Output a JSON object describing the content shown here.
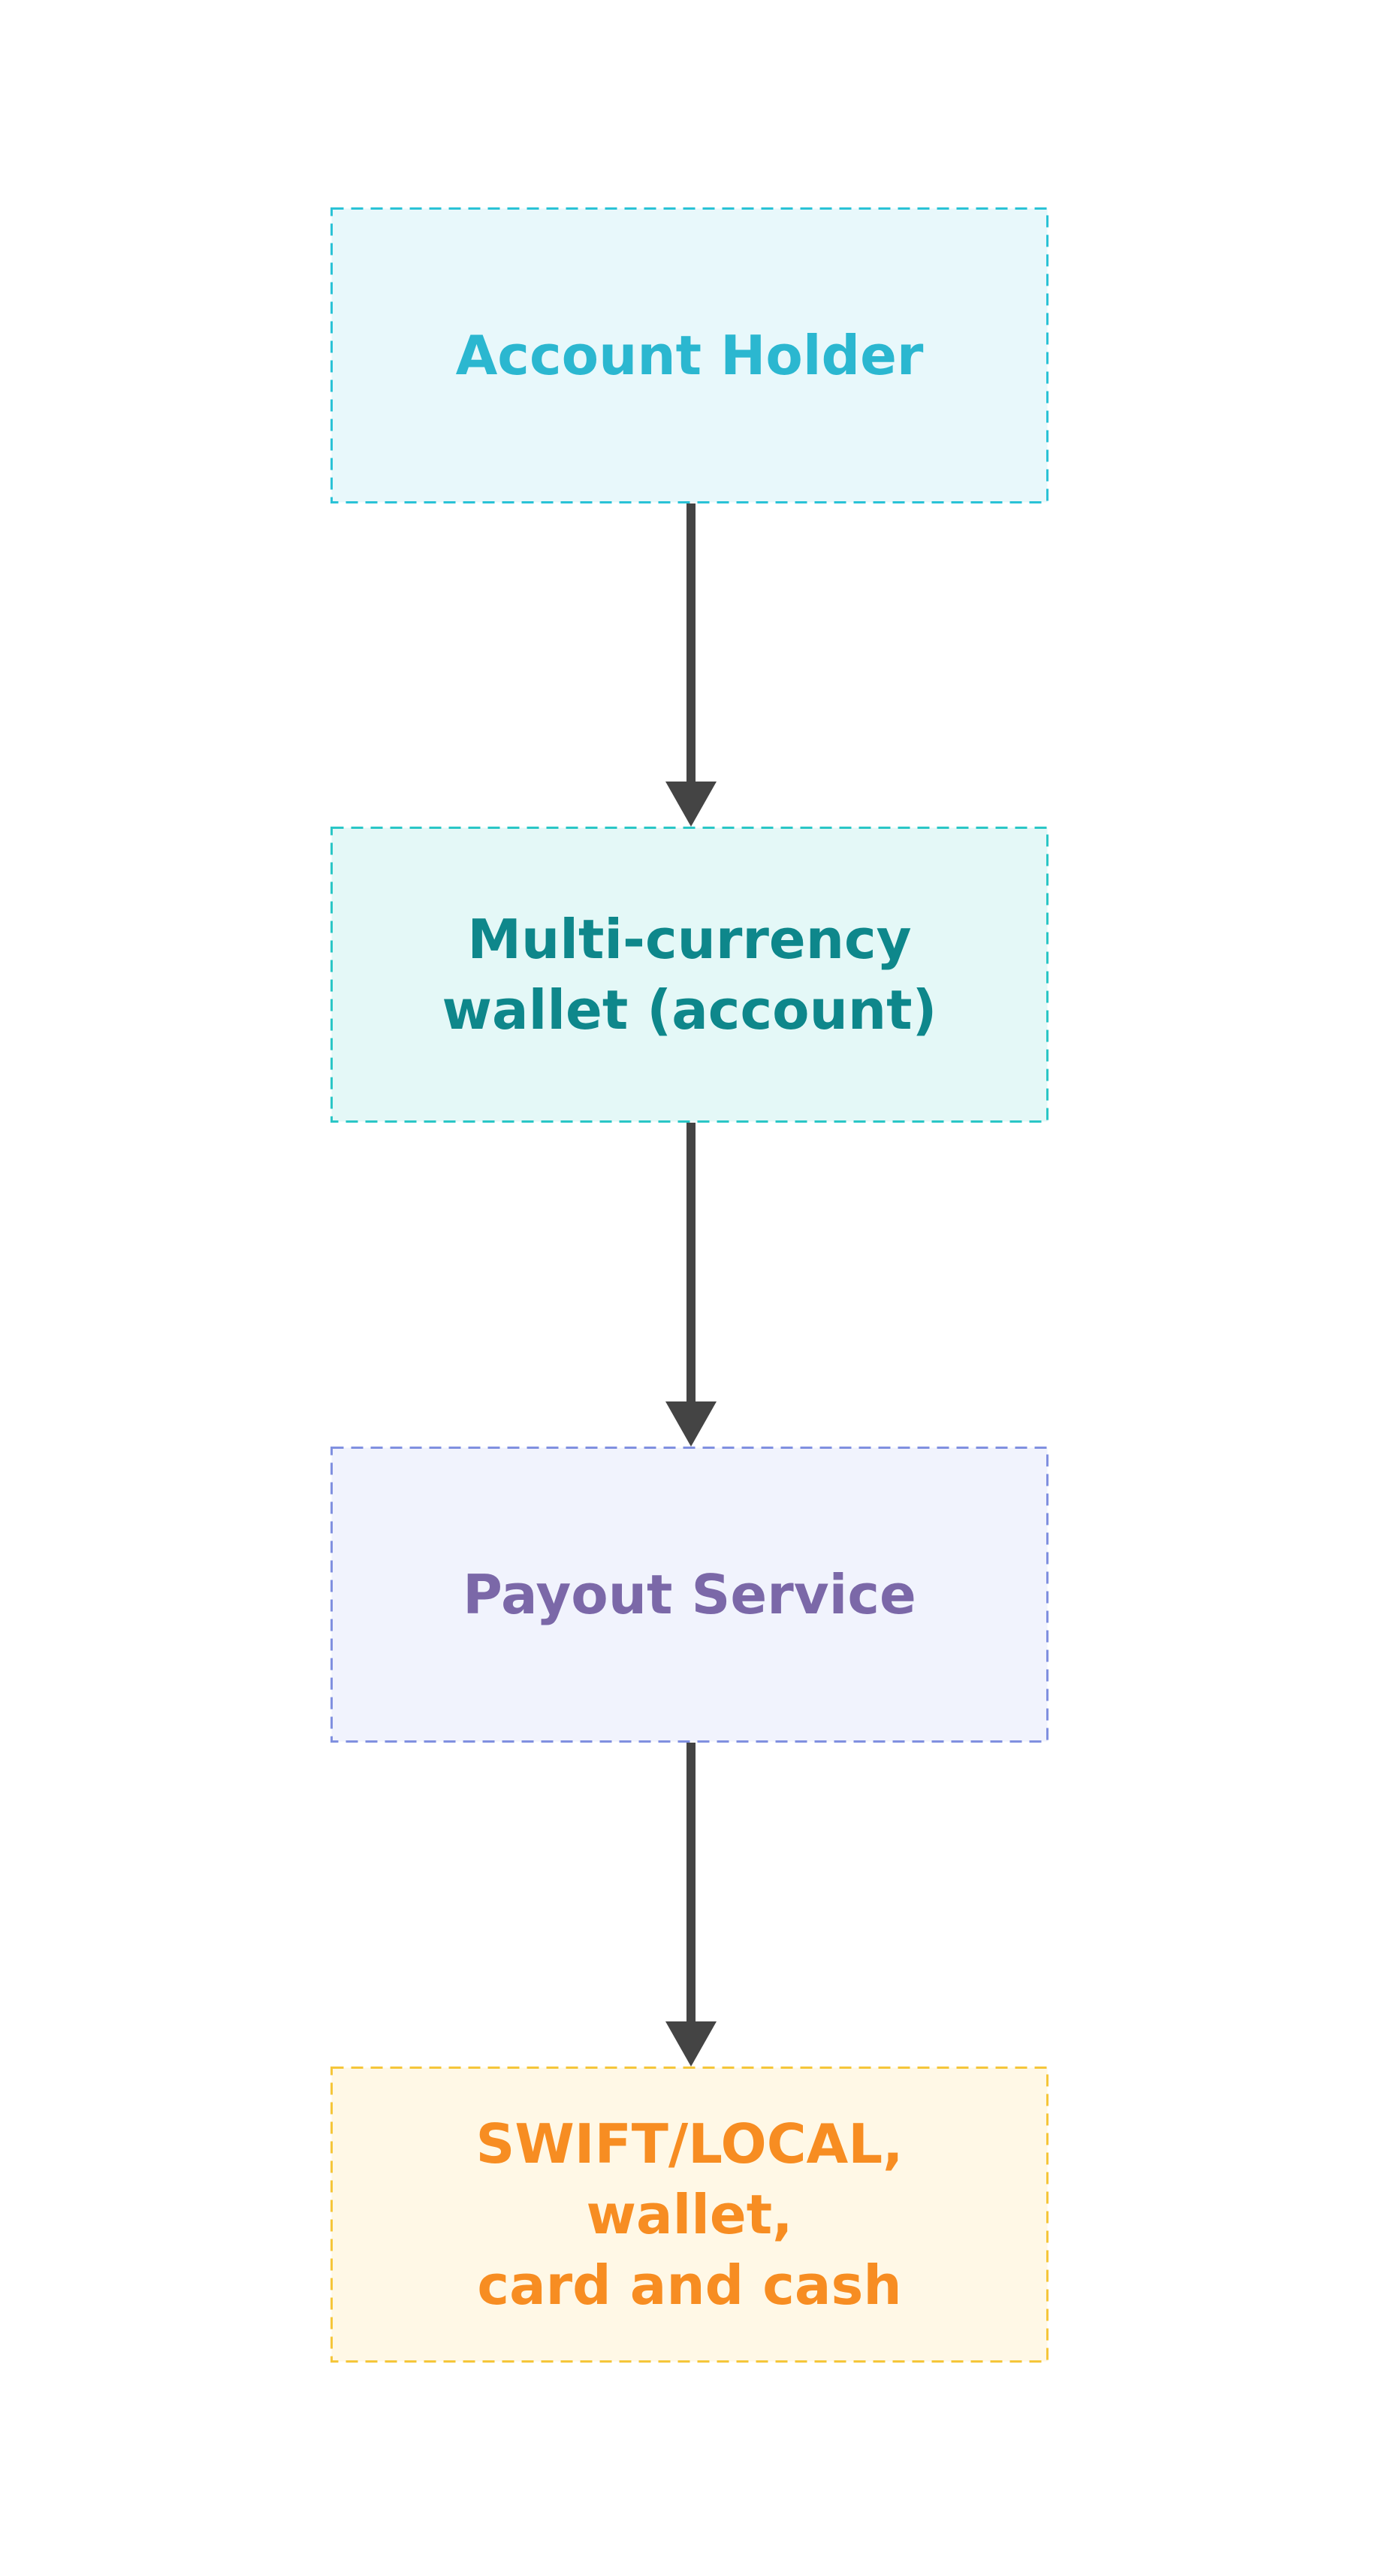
{
  "nodes": [
    {
      "id": "account-holder",
      "label": "Account Holder",
      "fill": "#e8f8fb",
      "stroke": "#2ac2d6",
      "text_color": "#2bb7d0"
    },
    {
      "id": "multi-currency-wallet",
      "label": "Multi-currency\nwallet (account)",
      "fill": "#e4f8f7",
      "stroke": "#2ac6c6",
      "text_color": "#0e878b"
    },
    {
      "id": "payout-service",
      "label": "Payout Service",
      "fill": "#f1f3fd",
      "stroke": "#8090e0",
      "text_color": "#7b68a8"
    },
    {
      "id": "payout-methods",
      "label": "SWIFT/LOCAL, wallet,\ncard and cash",
      "fill": "#fff8e6",
      "stroke": "#f5c63a",
      "text_color": "#f78d22"
    }
  ],
  "edges": [
    {
      "from": "account-holder",
      "to": "multi-currency-wallet"
    },
    {
      "from": "multi-currency-wallet",
      "to": "payout-service"
    },
    {
      "from": "payout-service",
      "to": "payout-methods"
    }
  ],
  "style": {
    "edge_color": "#444444"
  }
}
